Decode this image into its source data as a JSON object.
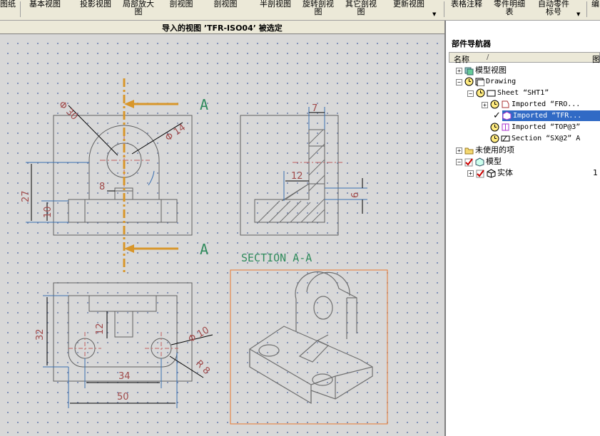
{
  "toolbar": {
    "items": [
      {
        "label": "图纸"
      },
      {
        "label": "基本视图"
      },
      {
        "label": "投影视图"
      },
      {
        "label": "局部放大\n图"
      },
      {
        "label": "剖视图"
      },
      {
        "label": "剖视图"
      },
      {
        "label": "半剖视图"
      },
      {
        "label": "旋转剖视\n图"
      },
      {
        "label": "其它剖视\n图"
      },
      {
        "label": "更新视图"
      },
      {
        "label": "表格注释"
      },
      {
        "label": "零件明细\n表"
      },
      {
        "label": "自动零件\n标号"
      },
      {
        "label": "编"
      }
    ]
  },
  "status": {
    "text": "导入的视图 ’TFR-ISO04’ 被选定"
  },
  "navigator": {
    "title": "部件导航器",
    "col_name": "名称",
    "col_sort": "/",
    "col_right": "图",
    "tree": [
      {
        "label": "模型视图"
      },
      {
        "label": "Drawing"
      },
      {
        "label": "Sheet “SHT1”"
      },
      {
        "label": "Imported “FRO..."
      },
      {
        "label": "Imported “TFR..."
      },
      {
        "label": "Imported “TOP@3”"
      },
      {
        "label": "Section “SX@2” A"
      },
      {
        "label": "未使用的项"
      },
      {
        "label": "模型"
      },
      {
        "label": "实体",
        "count": "1"
      }
    ]
  },
  "drawing": {
    "labels": {
      "dim_dia30": "Φ 30",
      "dim_dia14": "Φ 14",
      "dim_27": "27",
      "dim_10": "10",
      "dim_8": "8",
      "dim_7": "7",
      "dim_12_side": "12",
      "dim_6": "6",
      "dim_32": "32",
      "dim_12_top": "12",
      "dim_dia10": "Φ 10",
      "dim_r8": "R 8",
      "dim_34": "34",
      "dim_50": "50",
      "cut_a_top": "A",
      "cut_a_bottom": "A",
      "section_title": "SECTION A-A"
    }
  },
  "colors": {
    "selection": "#316ac5",
    "dimension": "#a04a4a",
    "cut_line": "#d8962a",
    "iso_frame": "#e87830",
    "section_text": "#2f8a5c"
  }
}
